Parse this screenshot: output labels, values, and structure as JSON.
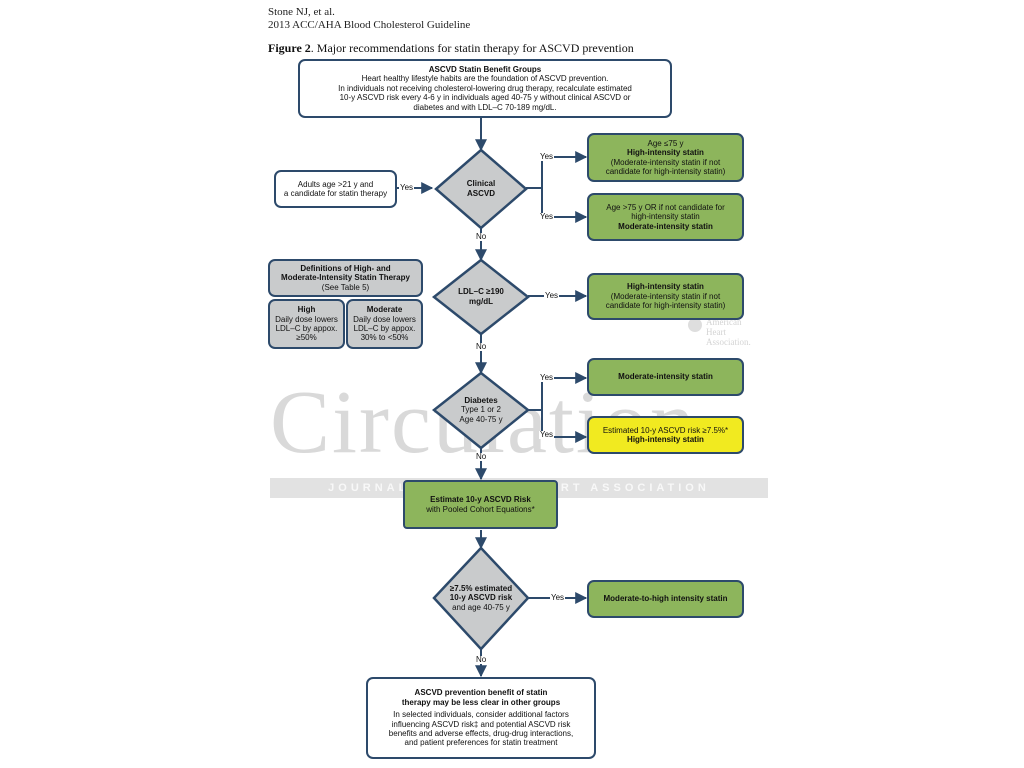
{
  "header": {
    "author": "Stone NJ, et al.",
    "guideline": "2013 ACC/AHA Blood Cholesterol Guideline",
    "figure_label": "Figure 2",
    "figure_title": ". Major recommendations for statin therapy for ASCVD prevention"
  },
  "watermark": {
    "title": "Circulation",
    "band_left": "JOURNAL",
    "band_right": "HEART ASSOCIATION",
    "aha_line1": "American",
    "aha_line2": "Heart",
    "aha_line3": "Association."
  },
  "top_box": {
    "title": "ASCVD Statin Benefit Groups",
    "line1": "Heart healthy lifestyle habits are the foundation of ASCVD prevention.",
    "line2": "In individuals not receiving cholesterol-lowering drug therapy, recalculate estimated",
    "line3": "10-y ASCVD risk every 4-6 y in individuals aged 40-75 y without clinical ASCVD or",
    "line4": "diabetes and with LDL–C 70-189 mg/dL."
  },
  "adults_box": {
    "line1": "Adults age >21 y and",
    "line2": "a candidate for statin therapy"
  },
  "diamonds": {
    "clinical": {
      "line1": "Clinical",
      "line2": "ASCVD"
    },
    "ldl": {
      "line1": "LDL–C ≥190",
      "line2": "mg/dL"
    },
    "diabetes": {
      "line1": "Diabetes",
      "line2": "Type 1 or 2",
      "line3": "Age 40-75 y"
    },
    "risk": {
      "line1": "≥7.5% estimated",
      "line2": "10-y ASCVD risk",
      "line3": "and age 40-75 y"
    }
  },
  "outcomes": {
    "age75": {
      "line1": "Age ≤75 y",
      "line2": "High-intensity statin",
      "line3": "(Moderate-intensity statin if not",
      "line4": "candidate for high-intensity statin)"
    },
    "age_over75": {
      "line1": "Age >75 y OR if not candidate for",
      "line2": "high-intensity statin",
      "line3": "Moderate-intensity statin"
    },
    "ldl_high": {
      "line1": "High-intensity statin",
      "line2": "(Moderate-intensity statin if not",
      "line3": "candidate for high-intensity statin)"
    },
    "diab_moderate": {
      "line1": "Moderate-intensity statin"
    },
    "diab_high": {
      "line1": "Estimated 10-y ASCVD risk ≥7.5%*",
      "line2": "High-intensity statin"
    },
    "mod_high": {
      "line1": "Moderate-to-high intensity statin"
    }
  },
  "estimate_box": {
    "line1": "Estimate 10-y ASCVD Risk",
    "line2": "with Pooled Cohort Equations*"
  },
  "definitions": {
    "title1": "Definitions of High- and",
    "title2": "Moderate-Intensity Statin Therapy",
    "subtitle": "(See Table 5)",
    "high": {
      "title": "High",
      "line1": "Daily dose lowers",
      "line2": "LDL–C by appox.",
      "line3": "≥50%"
    },
    "moderate": {
      "title": "Moderate",
      "line1": "Daily dose lowers",
      "line2": "LDL–C by appox.",
      "line3": "30% to <50%"
    }
  },
  "bottom_box": {
    "title1": "ASCVD prevention benefit of statin",
    "title2": "therapy may be less clear in other groups",
    "line1": "In selected individuals, consider additional factors",
    "line2": "influencing ASCVD risk‡ and potential ASCVD risk",
    "line3": "benefits and adverse effects, drug-drug interactions,",
    "line4": "and patient preferences for statin treatment"
  },
  "labels": {
    "yes": "Yes",
    "no": "No"
  },
  "colors": {
    "green": "#8db55c",
    "yellow": "#f1ea20",
    "gray": "#c9cbcc",
    "border": "#2d4a6b"
  }
}
